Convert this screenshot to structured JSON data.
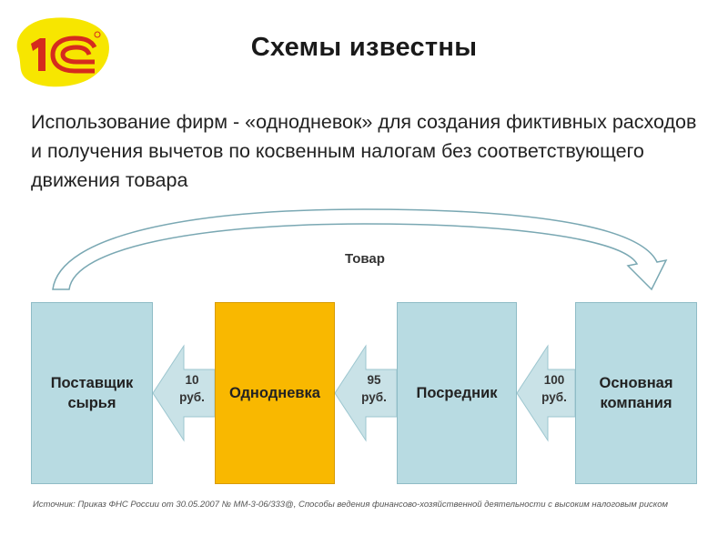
{
  "logo": {
    "text": "1С"
  },
  "title": "Схемы известны",
  "description": "Использование фирм - «однодневок» для создания фиктивных расходов и получения вычетов по косвенным налогам без соответствующего движения товара",
  "diagram": {
    "goods_flow_label": "Товар",
    "entities": [
      {
        "line1": "Поставщик",
        "line2": "сырья"
      },
      {
        "line1": "Однодневка",
        "line2": ""
      },
      {
        "line1": "Посредник",
        "line2": ""
      },
      {
        "line1": "Основная",
        "line2": "компания"
      }
    ],
    "payments": [
      {
        "amount": "10",
        "unit": "руб."
      },
      {
        "amount": "95",
        "unit": "руб."
      },
      {
        "amount": "100",
        "unit": "руб."
      }
    ]
  },
  "source": "Источник:  Приказ ФНС России от 30.05.2007 № ММ-3-06/333@, Способы ведения финансово-хозяйственной деятельности с высоким налоговым риском",
  "colors": {
    "box_blue": "#b8dbe2",
    "box_yellow": "#f9b800",
    "arrow_fill": "#c9e2e7",
    "logo_yellow": "#f7e600",
    "logo_red": "#d52b1e"
  }
}
